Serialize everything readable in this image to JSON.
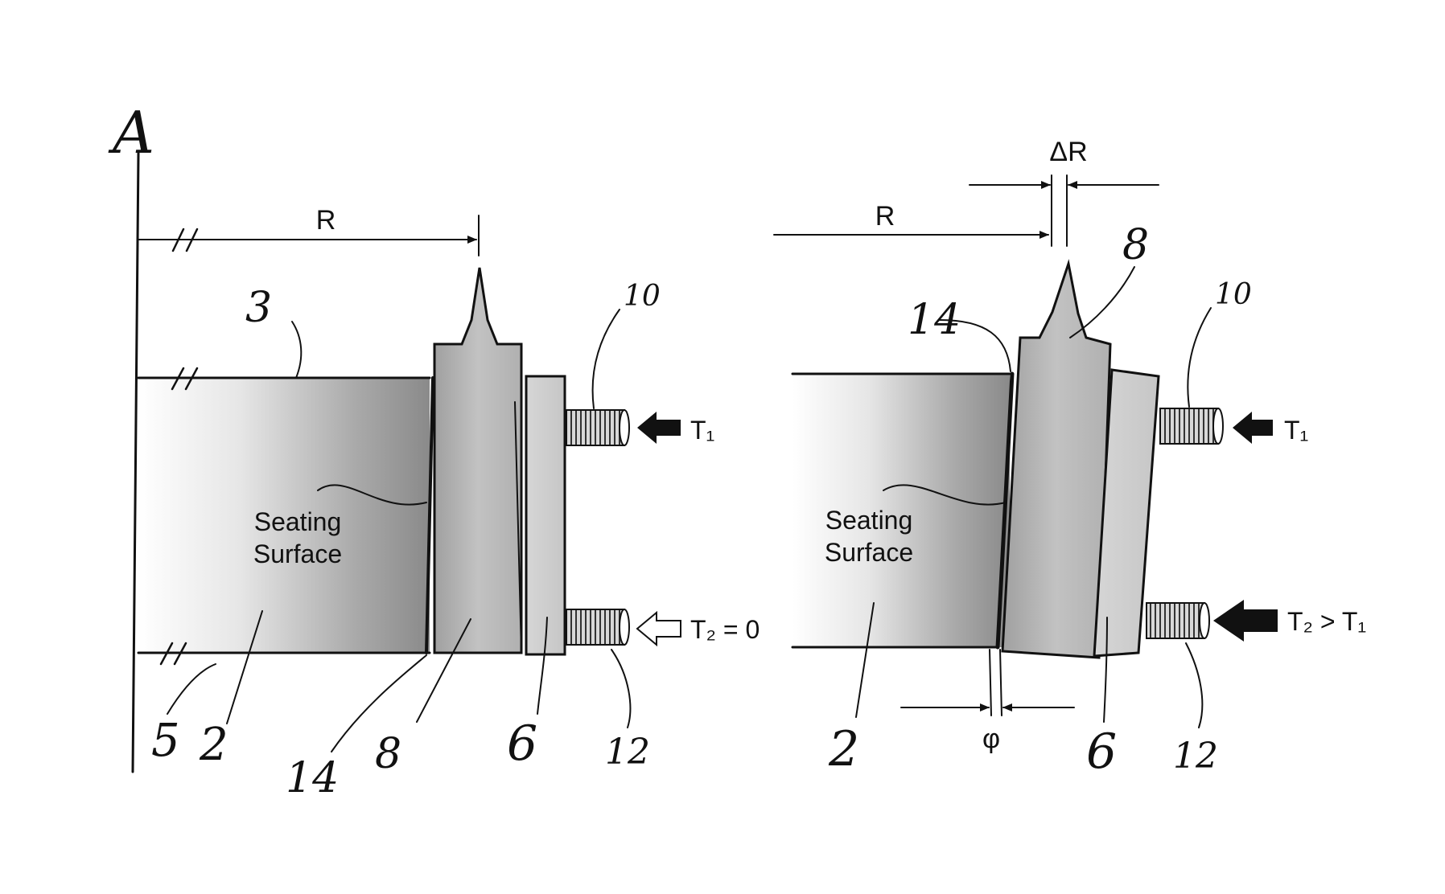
{
  "figure": {
    "axis_label": "A",
    "left": {
      "radius_label": "R",
      "ref_3": "3",
      "ref_10": "10",
      "ref_5": "5",
      "ref_2": "2",
      "ref_14": "14",
      "ref_8": "8",
      "ref_6": "6",
      "ref_12": "12",
      "seating_line1": "Seating",
      "seating_line2": "Surface",
      "torque_upper_label": "T₁",
      "torque_lower_label": "T₂ = 0"
    },
    "right": {
      "radius_label": "R",
      "delta_label": "ΔR",
      "angle_label": "φ",
      "ref_14": "14",
      "ref_8": "8",
      "ref_10": "10",
      "ref_2": "2",
      "ref_6": "6",
      "ref_12": "12",
      "seating_line1": "Seating",
      "seating_line2": "Surface",
      "torque_upper_label": "T₁",
      "torque_lower_label": "T₂ > T₁"
    }
  }
}
